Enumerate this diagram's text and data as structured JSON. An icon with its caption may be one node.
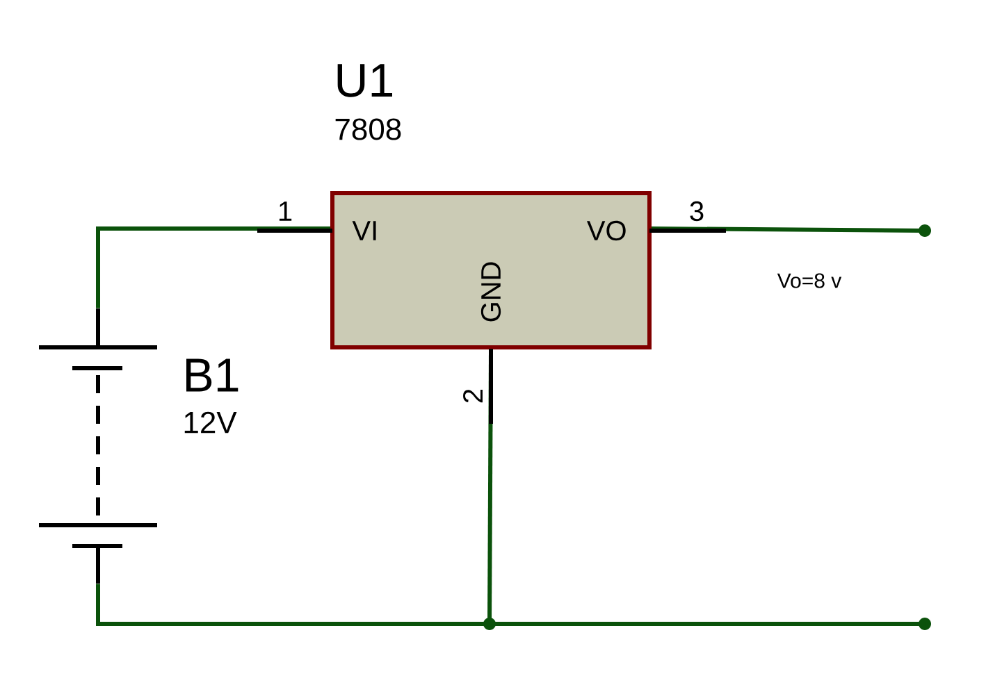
{
  "diagram": {
    "nodes": [
      {
        "text": [
          "U1",
          "7808",
          "VI",
          "VO",
          "GND"
        ]
      },
      {
        "text": [],
        "shape": "battery",
        "beside": [
          "B1",
          "12V"
        ]
      },
      {
        "text": [],
        "shape": "circle"
      },
      {
        "text": [],
        "shape": "circle"
      },
      {
        "text": [],
        "shape": "circle"
      }
    ],
    "edges": [
      {
        "from": 1,
        "to": 0,
        "arrow": "none"
      },
      {
        "from": 0,
        "to": 2,
        "arrow": "none"
      },
      {
        "from": 0,
        "to": 3,
        "arrow": "none"
      },
      {
        "from": 1,
        "to": 3,
        "arrow": "none"
      },
      {
        "from": 3,
        "to": 4,
        "arrow": "none"
      }
    ],
    "labels": [
      "1",
      "3",
      "Vo=8 v",
      "2"
    ]
  }
}
